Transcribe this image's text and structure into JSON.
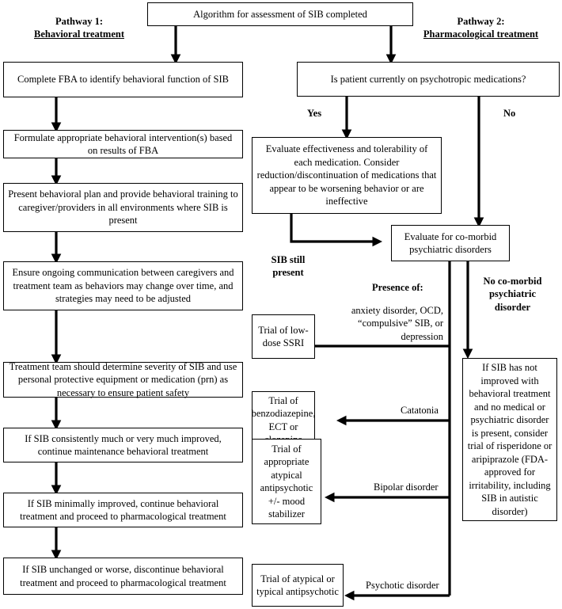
{
  "start": "Algorithm for assessment of SIB completed",
  "pathway1": {
    "title": "Pathway 1:",
    "subtitle": "Behavioral treatment",
    "steps": [
      "Complete FBA to identify behavioral function of SIB",
      "Formulate appropriate behavioral intervention(s) based on results of FBA",
      "Present behavioral plan and provide behavioral training to caregiver/providers in all environments where SIB is present",
      "Ensure ongoing communication between caregivers and treatment team as behaviors may change over time, and strategies may need to be adjusted",
      "Treatment team should determine severity of SIB and use personal protective equipment or medication (prn) as necessary to ensure patient safety",
      "If SIB consistently much or very much improved, continue maintenance behavioral treatment",
      "If SIB minimally improved, continue behavioral treatment and proceed to pharmacological treatment",
      "If SIB unchanged or worse, discontinue behavioral treatment and proceed to pharmacological treatment"
    ]
  },
  "pathway2": {
    "title": "Pathway 2:",
    "subtitle": "Pharmacological treatment",
    "question": "Is patient currently on psychotropic medications?",
    "yes": "Yes",
    "no": "No",
    "evaluate_meds": "Evaluate effectiveness and tolerability of each medication.  Consider reduction/discontinuation of medications that appear to be worsening behavior or are ineffective",
    "sib_still": "SIB still present",
    "comorbid": "Evaluate for co-morbid psychiatric disorders",
    "presence_of": "Presence of:",
    "no_comorbid": "No co-morbid psychiatric disorder",
    "conditions": [
      {
        "label": "anxiety disorder, OCD, “compulsive” SIB, or depression",
        "trial": "Trial of low-dose SSRI"
      },
      {
        "label": "Catatonia",
        "trial": "Trial of benzodiazepine, ECT or clozapine"
      },
      {
        "label": "Bipolar disorder",
        "trial": "Trial of appropriate atypical antipsychotic +/- mood stabilizer"
      },
      {
        "label": "Psychotic disorder",
        "trial": "Trial of atypical or typical antipsychotic"
      }
    ],
    "no_comorbid_box": "If SIB has not improved with behavioral treatment and no medical or psychiatric disorder is present, consider trial of risperidone or aripiprazole (FDA-approved for irritability, including SIB in autistic disorder)"
  }
}
